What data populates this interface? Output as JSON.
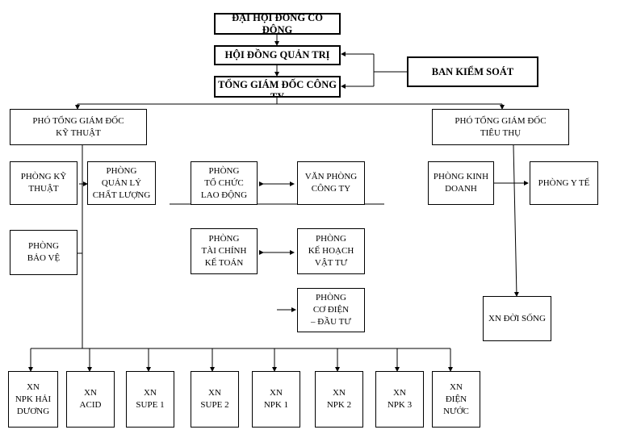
{
  "nodes": {
    "dhdcd": "ĐẠI HỘI ĐỒNG CỔ ĐÔNG",
    "hdqt": "HỘI ĐỒNG QUẢN TRỊ",
    "tgd": "TỔNG GIÁM ĐỐC CÔNG\nTY",
    "bks": "BAN KIỂM SOÁT",
    "pgd_kt": "PHÓ TỔNG GIÁM ĐỐC\nKỸ THUẬT",
    "pgd_tt": "PHÓ TỔNG GIÁM ĐỐC\nTIÊU THỤ",
    "p_kythuat": "PHÒNG KỸ\nTHUẬT",
    "p_qlcl": "PHÒNG\nQUẢN LÝ\nCHẤT LƯỢNG",
    "p_baove": "PHÒNG\nBẢO VỆ",
    "p_tcld": "PHÒNG\nTỔ CHỨC\nLAO ĐỘNG",
    "vp_congty": "VĂN PHÒNG\nCÔNG TY",
    "p_tckt": "PHÒNG\nTÀI CHÍNH\nKẾ TOÁN",
    "p_khvt": "PHÒNG\nKẾ HOẠCH\nVẬT TƯ",
    "p_codien": "PHÒNG\nCƠ ĐIỆN\n– ĐẦU TƯ",
    "p_kinhdoanh": "PHÒNG KINH\nDOANH",
    "p_yte": "PHÒNG Y TẾ",
    "xn_doisong": "XN ĐỜI SỐNG",
    "xn": [
      "XN\nNPK HẢI\nDƯƠNG",
      "XN\nACID",
      "XN\nSUPE 1",
      "XN\nSUPE 2",
      "XN\nNPK 1",
      "XN\nNPK 2",
      "XN\nNPK 3",
      "XN\nĐIỆN\nNƯỚC"
    ]
  }
}
